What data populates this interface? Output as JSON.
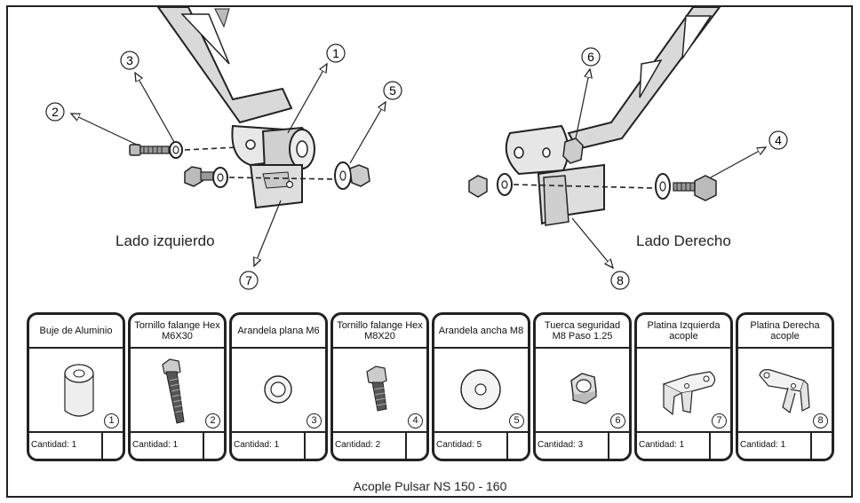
{
  "labels": {
    "left": "Lado izquierdo",
    "right": "Lado Derecho"
  },
  "callouts": [
    "1",
    "2",
    "3",
    "4",
    "5",
    "6",
    "7",
    "8"
  ],
  "parts": [
    {
      "name": "Buje de Aluminio",
      "qty_label": "Cantidad:",
      "qty": "1",
      "num": "1",
      "icon": "bushing-icon"
    },
    {
      "name": "Tornillo falange Hex M6X30",
      "qty_label": "Cantidad:",
      "qty": "1",
      "num": "2",
      "icon": "long-bolt-icon"
    },
    {
      "name": "Arandela plana M6",
      "qty_label": "Cantidad:",
      "qty": "1",
      "num": "3",
      "icon": "flat-washer-icon"
    },
    {
      "name": "Tornillo falange Hex M8X20",
      "qty_label": "Cantidad:",
      "qty": "2",
      "num": "4",
      "icon": "short-bolt-icon"
    },
    {
      "name": "Arandela ancha M8",
      "qty_label": "Cantidad:",
      "qty": "5",
      "num": "5",
      "icon": "wide-washer-icon"
    },
    {
      "name": "Tuerca seguridad M8 Paso 1.25",
      "qty_label": "Cantidad:",
      "qty": "3",
      "num": "6",
      "icon": "lock-nut-icon"
    },
    {
      "name": "Platina Izquierda acople",
      "qty_label": "Cantidad:",
      "qty": "1",
      "num": "7",
      "icon": "left-bracket-icon"
    },
    {
      "name": "Platina Derecha acople",
      "qty_label": "Cantidad:",
      "qty": "1",
      "num": "8",
      "icon": "right-bracket-icon"
    }
  ],
  "title": "Acople Pulsar NS 150 - 160"
}
